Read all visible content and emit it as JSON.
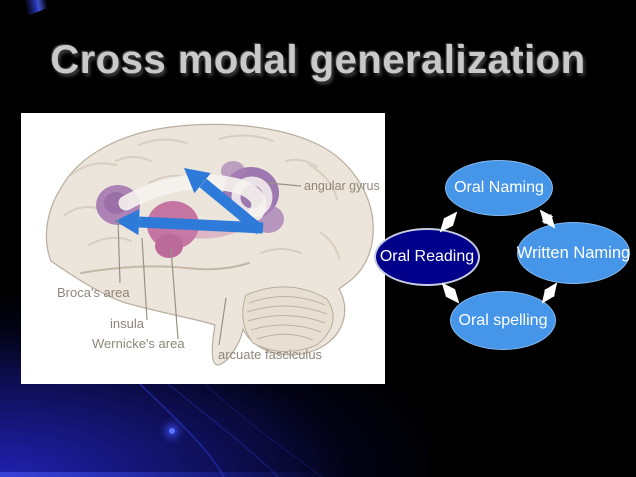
{
  "slide": {
    "title": "Cross modal generalization"
  },
  "brain_figure": {
    "labels": {
      "angular_gyrus": "angular gyrus",
      "brocas_area": "Broca's area",
      "insula": "insula",
      "wernickes_area": "Wernicke's area",
      "arcuate_fasciculus": "arcuate fasciculus"
    },
    "highlight_colors": {
      "brocas_area": "#a173ae",
      "insula_wernicke": "#bb5a94",
      "angular_gyrus": "#9166a9"
    },
    "arrow_color": "#2e7ad8"
  },
  "diagram": {
    "nodes": [
      {
        "id": "oral-naming",
        "label": "Oral Naming",
        "fill": "#4596e8",
        "text_color": "#ffffff"
      },
      {
        "id": "oral-reading",
        "label": "Oral Reading",
        "fill": "#00008b",
        "text_color": "#ffffff"
      },
      {
        "id": "written-naming",
        "label": "Written Naming",
        "fill": "#4596e8",
        "text_color": "#ffffff"
      },
      {
        "id": "oral-spelling",
        "label": "Oral spelling",
        "fill": "#4596e8",
        "text_color": "#ffffff"
      }
    ],
    "edges": [
      {
        "from": "oral-reading",
        "to": "oral-naming",
        "bidirectional": true
      },
      {
        "from": "oral-naming",
        "to": "written-naming",
        "bidirectional": true
      },
      {
        "from": "oral-reading",
        "to": "oral-spelling",
        "bidirectional": true
      },
      {
        "from": "written-naming",
        "to": "oral-spelling",
        "bidirectional": true
      }
    ],
    "edge_color": "#ffffff"
  },
  "colors": {
    "background": "#000000",
    "title_text": "#c9c9c9",
    "figure_background": "#ffffff",
    "accent_glow": "#2222ba"
  }
}
